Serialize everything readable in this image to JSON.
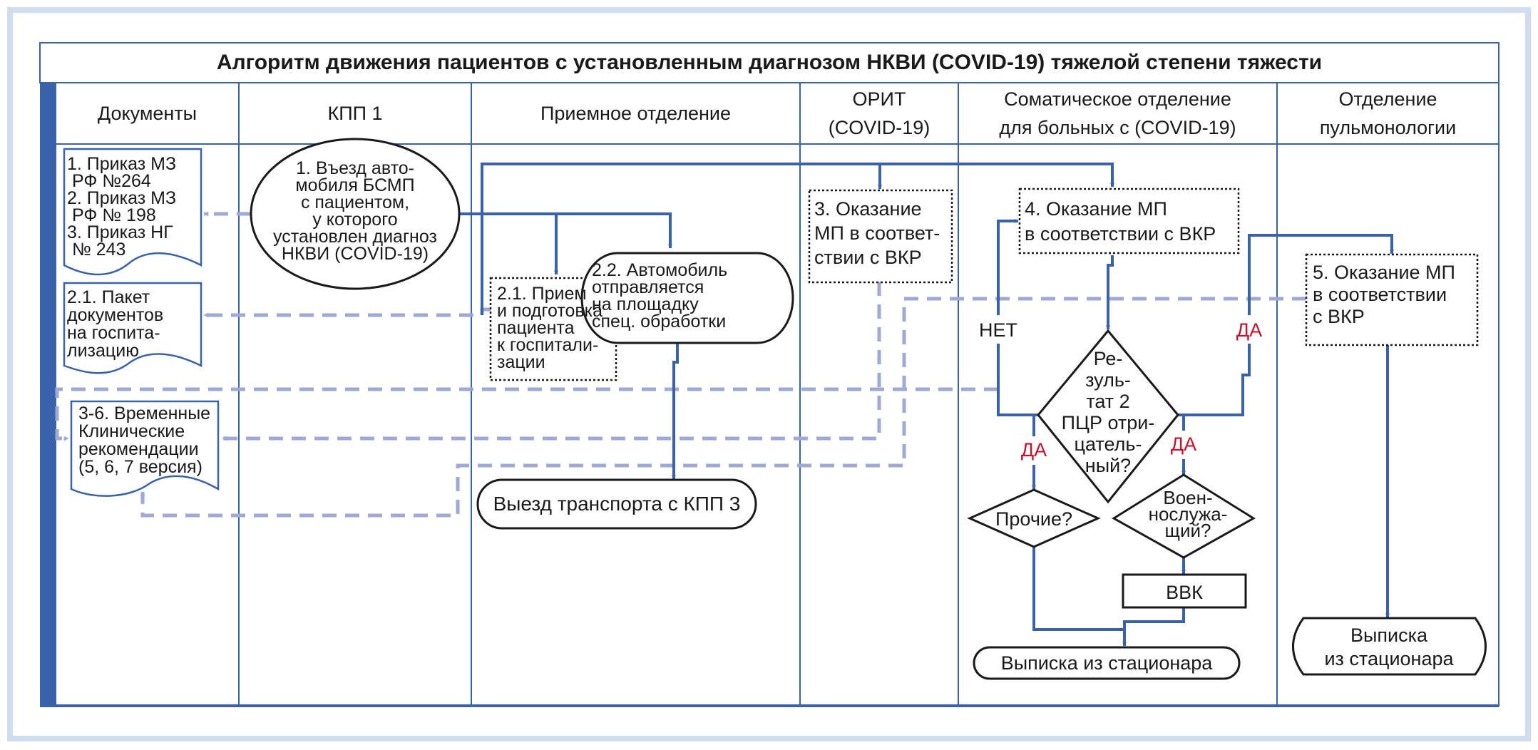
{
  "title": "Алгоритм движения пациентов с установленным диагнозом НКВИ (COVID-19) тяжелой степени тяжести",
  "colors": {
    "frame_bg": "#d0dcf0",
    "grid_line": "#3a62a8",
    "left_bar": "#3a62a8",
    "solid_flow": "#3a62a8",
    "dashed_flow": "#9fa9d8",
    "node_stroke": "#1a1a1a",
    "yes_label": "#c8102e"
  },
  "columns": [
    {
      "id": "docs",
      "lines": [
        "Документы"
      ]
    },
    {
      "id": "kpp1",
      "lines": [
        "КПП 1"
      ]
    },
    {
      "id": "reception",
      "lines": [
        "Приемное отделение"
      ]
    },
    {
      "id": "icu",
      "lines": [
        "ОРИТ",
        "(COVID-19)"
      ]
    },
    {
      "id": "somatic",
      "lines": [
        "Соматическое отделение",
        "для больных с (COVID-19)"
      ]
    },
    {
      "id": "pulmo",
      "lines": [
        "Отделение",
        "пульмонологии"
      ]
    }
  ],
  "nodes": {
    "doc_orders": {
      "shape": "document",
      "lines": [
        "1. Приказ МЗ",
        "    РФ №264",
        "2. Приказ МЗ",
        "    РФ № 198",
        "3. Приказ НГ",
        "    № 243"
      ]
    },
    "doc_package": {
      "shape": "document",
      "lines": [
        "2.1. Пакет",
        "документов",
        "на госпита-",
        "лизацию"
      ]
    },
    "doc_guidelines": {
      "shape": "document",
      "lines": [
        "3-6. Временные",
        "Клинические",
        "рекомендации",
        "(5, 6, 7 версия)"
      ]
    },
    "entry": {
      "shape": "ellipse",
      "lines": [
        "1.  Въезд авто-",
        "мобиля БСМП",
        "с пациентом,",
        "у которого",
        "установлен диагноз",
        "НКВИ (COVID-19)"
      ]
    },
    "intake": {
      "shape": "dotted-rect",
      "lines": [
        "2.1. Прием",
        "и подготовка",
        "пациента",
        "к госпитали-",
        "зации"
      ]
    },
    "vehicle": {
      "shape": "rounded",
      "lines": [
        "2.2. Автомобиль",
        "отправляется",
        "на площадку",
        "спец. обработки"
      ]
    },
    "exit_kpp3": {
      "shape": "terminal",
      "lines": [
        "Выезд транспорта с КПП 3"
      ]
    },
    "icu_care": {
      "shape": "dotted-rect",
      "lines": [
        "3. Оказание",
        "МП в соответ-",
        "ствии с ВКР"
      ]
    },
    "somatic_care": {
      "shape": "dotted-rect",
      "lines": [
        "4. Оказание МП",
        "в соответствии с ВКР"
      ]
    },
    "pcr_decision": {
      "shape": "diamond",
      "lines": [
        "Ре-",
        "зуль-",
        "тат 2",
        "ПЦР отри-",
        "цатель-",
        "ный?"
      ]
    },
    "others_decision": {
      "shape": "diamond",
      "lines": [
        "Прочие?"
      ]
    },
    "military_decision": {
      "shape": "diamond",
      "lines": [
        "Воен-",
        "нослужа-",
        "щий?"
      ]
    },
    "vvk": {
      "shape": "rect",
      "lines": [
        "ВВК"
      ]
    },
    "discharge_somatic": {
      "shape": "terminal",
      "lines": [
        "Выписка из стационара"
      ]
    },
    "pulmo_care": {
      "shape": "dotted-rect",
      "lines": [
        "5. Оказание МП",
        "в соответствии",
        "с ВКР"
      ]
    },
    "discharge_pulmo": {
      "shape": "terminal",
      "lines": [
        "Выписка",
        "из стационара"
      ]
    }
  },
  "edge_labels": {
    "no": "НЕТ",
    "yes_right_top": "ДА",
    "yes_left": "ДА",
    "yes_right": "ДА"
  }
}
